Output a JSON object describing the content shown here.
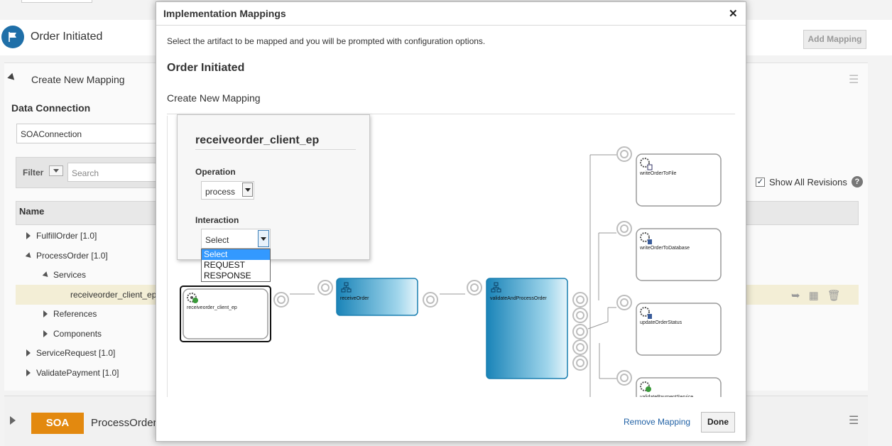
{
  "background": {
    "page_title": "Order Initiated",
    "add_mapping": "Add Mapping",
    "section_title": "Create New Mapping",
    "data_connection_label": "Data Connection",
    "data_connection_value": "SOAConnection",
    "filter_label": "Filter",
    "search_placeholder": "Search",
    "show_all_revisions": "Show All Revisions",
    "table_header_name": "Name",
    "tree": [
      {
        "label": "FulfillOrder [1.0]"
      },
      {
        "label": "ProcessOrder [1.0]"
      },
      {
        "label": "Services"
      },
      {
        "label": "receiveorder_client_ep"
      },
      {
        "label": "References"
      },
      {
        "label": "Components"
      },
      {
        "label": "ServiceRequest [1.0]"
      },
      {
        "label": "ValidatePayment [1.0]"
      }
    ],
    "soa_badge": "SOA",
    "bottom_title": "ProcessOrder"
  },
  "dialog": {
    "title": "Implementation Mappings",
    "close_symbol": "✕",
    "instruction": "Select the artifact to be mapped and you will be prompted with configuration options.",
    "order_title": "Order Initiated",
    "section_title": "Create New Mapping",
    "remove_mapping": "Remove Mapping",
    "done": "Done"
  },
  "popup": {
    "title": "receiveorder_client_ep",
    "operation_label": "Operation",
    "operation_value": "process",
    "interaction_label": "Interaction",
    "interaction_value": "Select",
    "interaction_options": [
      "Select",
      "REQUEST",
      "RESPONSE"
    ],
    "selected_option": "Select"
  },
  "diagram": {
    "nodes": [
      {
        "label": "receiveorder_client_ep",
        "icon": "gear-service-icon"
      },
      {
        "label": "receiveOrder",
        "icon": "process-icon"
      },
      {
        "label": "validateAndProcessOrder",
        "icon": "process-icon"
      },
      {
        "label": "writeOrderToFile",
        "icon": "gear-file-icon"
      },
      {
        "label": "writeOrderToDatabase",
        "icon": "gear-database-icon"
      },
      {
        "label": "updateOrderStatus",
        "icon": "gear-database-icon"
      },
      {
        "label": "validatePaymentService",
        "icon": "gear-service-icon"
      }
    ],
    "colors": {
      "accent": "#1a7fb0",
      "node_border": "#9a9a9a",
      "selected_border": "#111111"
    }
  }
}
